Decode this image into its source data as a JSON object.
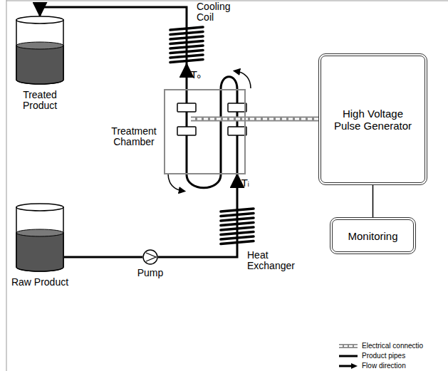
{
  "diagram": {
    "nodes": [
      {
        "text": [
          "Cooling Coil"
        ]
      },
      {
        "text": [
          "Treated Product"
        ]
      },
      {
        "text": [
          "Treatment Chamber"
        ]
      },
      {
        "text": [
          "High Voltage Pulse Generator"
        ]
      },
      {
        "text": [
          "Monitoring"
        ]
      },
      {
        "text": [
          "Heat Exchanger"
        ]
      },
      {
        "text": [
          "Raw Product"
        ]
      },
      {
        "text": [
          "Pump"
        ]
      }
    ],
    "edges": [
      {
        "from": 6,
        "to": 7,
        "arrow": "none"
      },
      {
        "from": 7,
        "to": 5,
        "arrow": "none"
      },
      {
        "from": 5,
        "to": 2,
        "arrow": "to"
      },
      {
        "from": 2,
        "to": 0,
        "arrow": "to"
      },
      {
        "from": 0,
        "to": 1,
        "arrow": "to"
      },
      {
        "from": 3,
        "to": 2,
        "arrow": "none"
      },
      {
        "from": 3,
        "to": 4,
        "arrow": "none"
      }
    ],
    "labels": [
      "Tₒ",
      "Tᵢ"
    ],
    "legend": [
      {
        "text": "Electrical connectio"
      },
      {
        "text": "Product pipes"
      },
      {
        "text": "Flow direction"
      }
    ]
  }
}
